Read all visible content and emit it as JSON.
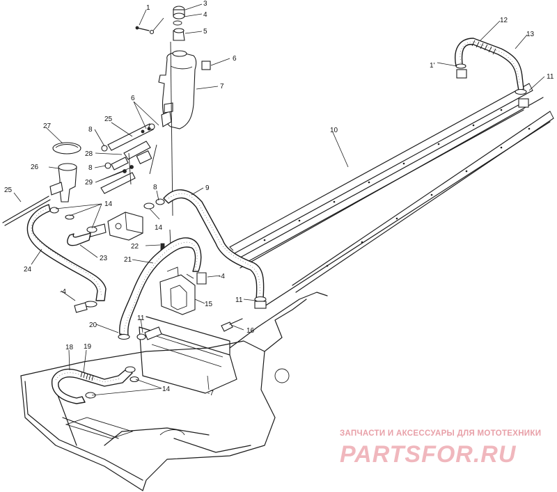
{
  "callouts": [
    {
      "id": "c1",
      "label": "1"
    },
    {
      "id": "c1b",
      "label": "1'"
    },
    {
      "id": "c3",
      "label": "3"
    },
    {
      "id": "c4a",
      "label": "4"
    },
    {
      "id": "c4b",
      "label": "-4"
    },
    {
      "id": "c4c",
      "label": "-4"
    },
    {
      "id": "c5",
      "label": "5"
    },
    {
      "id": "c6a",
      "label": "6"
    },
    {
      "id": "c6b",
      "label": "6"
    },
    {
      "id": "c7",
      "label": "7"
    },
    {
      "id": "c7b",
      "label": "-7"
    },
    {
      "id": "c8a",
      "label": "8"
    },
    {
      "id": "c8b",
      "label": "8"
    },
    {
      "id": "c8c",
      "label": "8"
    },
    {
      "id": "c9",
      "label": "9"
    },
    {
      "id": "c10",
      "label": "10"
    },
    {
      "id": "c11a",
      "label": "11"
    },
    {
      "id": "c11b",
      "label": "11"
    },
    {
      "id": "c11c",
      "label": "11"
    },
    {
      "id": "c12",
      "label": "12"
    },
    {
      "id": "c13",
      "label": "13"
    },
    {
      "id": "c14a",
      "label": "14"
    },
    {
      "id": "c14b",
      "label": "14"
    },
    {
      "id": "c14c",
      "label": "14"
    },
    {
      "id": "c15",
      "label": "15"
    },
    {
      "id": "c16",
      "label": "16"
    },
    {
      "id": "c18",
      "label": "18"
    },
    {
      "id": "c19",
      "label": "19"
    },
    {
      "id": "c20",
      "label": "20"
    },
    {
      "id": "c21",
      "label": "21"
    },
    {
      "id": "c22",
      "label": "22"
    },
    {
      "id": "c23",
      "label": "23"
    },
    {
      "id": "c24",
      "label": "24"
    },
    {
      "id": "c25a",
      "label": "25"
    },
    {
      "id": "c25b",
      "label": "25"
    },
    {
      "id": "c26",
      "label": "26"
    },
    {
      "id": "c27",
      "label": "27"
    },
    {
      "id": "c28",
      "label": "28"
    },
    {
      "id": "c29",
      "label": "29"
    }
  ],
  "watermark": {
    "tagline": "ЗАПЧАСТИ И АКСЕССУАРЫ ДЛЯ МОТОТЕХНИКИ",
    "logo": "PARTSFOR.RU"
  },
  "colors": {
    "line": "#1a1a1a",
    "watermark_text": "#e8a0a8",
    "watermark_logo": "#f0b7bd",
    "background": "#ffffff"
  }
}
